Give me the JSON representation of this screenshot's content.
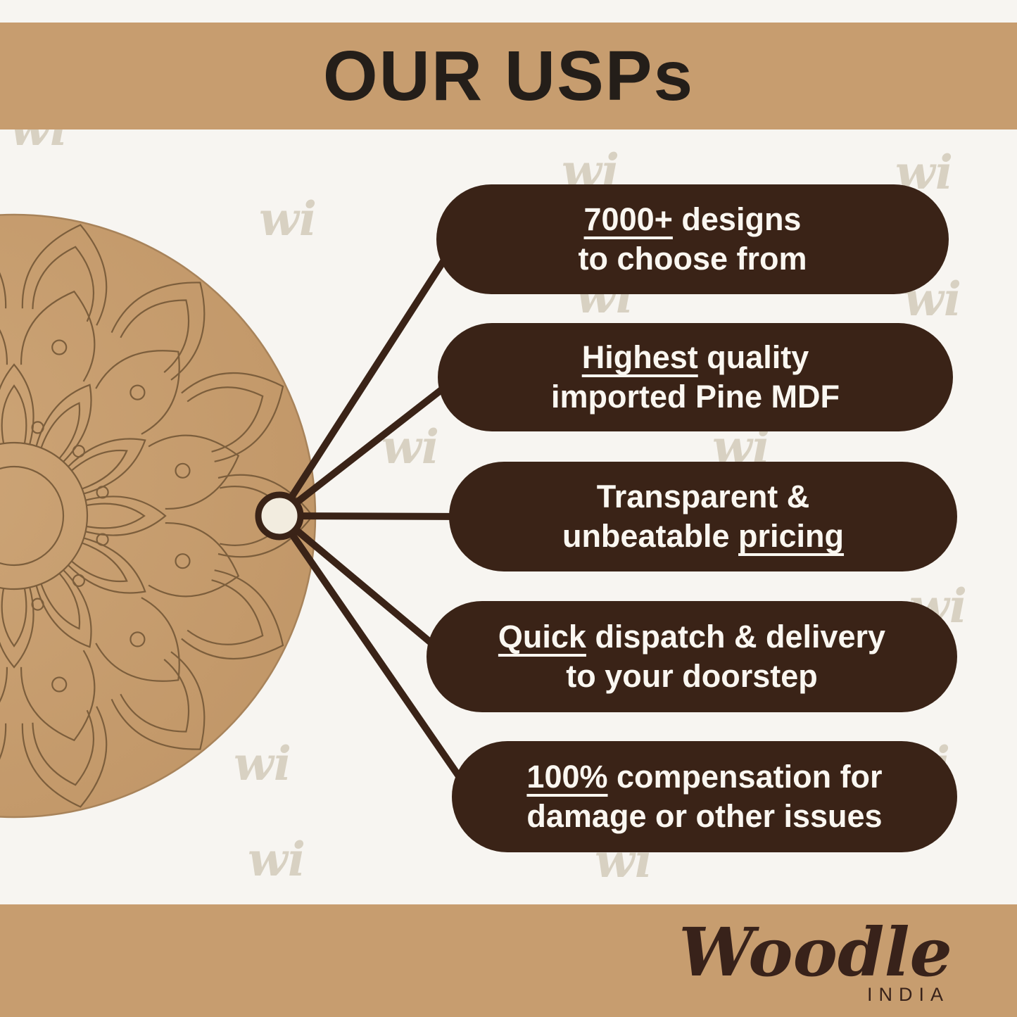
{
  "header": {
    "title": "OUR USPs"
  },
  "watermark": {
    "text": "wi"
  },
  "usps": [
    {
      "lines": [
        [
          {
            "t": "7000+",
            "u": true
          },
          {
            "t": " designs",
            "u": false
          }
        ],
        [
          {
            "t": "to choose from",
            "u": false
          }
        ]
      ]
    },
    {
      "lines": [
        [
          {
            "t": "Highest",
            "u": true
          },
          {
            "t": " quality",
            "u": false
          }
        ],
        [
          {
            "t": "imported Pine MDF",
            "u": false
          }
        ]
      ]
    },
    {
      "lines": [
        [
          {
            "t": "Transparent &",
            "u": false
          }
        ],
        [
          {
            "t": "unbeatable ",
            "u": false
          },
          {
            "t": "pricing",
            "u": true
          }
        ]
      ]
    },
    {
      "lines": [
        [
          {
            "t": "Quick",
            "u": true
          },
          {
            "t": " dispatch & delivery",
            "u": false
          }
        ],
        [
          {
            "t": "to your doorstep",
            "u": false
          }
        ]
      ]
    },
    {
      "lines": [
        [
          {
            "t": "100%",
            "u": true
          },
          {
            "t": " compensation for",
            "u": false
          }
        ],
        [
          {
            "t": "damage or other issues",
            "u": false
          }
        ]
      ]
    }
  ],
  "footer": {
    "brand": "Woodle",
    "sub": "INDIA"
  },
  "colors": {
    "band": "#c79d6f",
    "pill_brown": "#3a2317",
    "title_text": "#241e19",
    "pill_text": "#faf7f1",
    "mdf": "#c49a6c",
    "mandala_line": "#7c5e3c",
    "watermark": "#d8d1c2",
    "hub_fill": "#f2ecdf"
  }
}
